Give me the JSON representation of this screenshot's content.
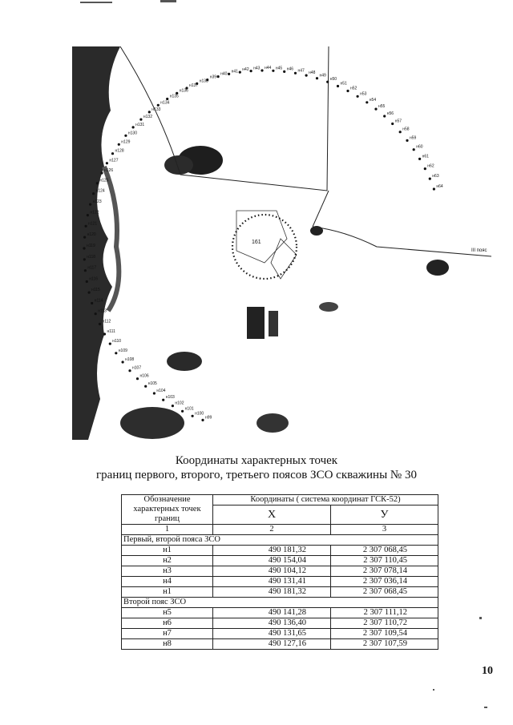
{
  "map": {
    "point_labels_outer": [
      "н99",
      "н100",
      "н101",
      "н102",
      "н103",
      "н104",
      "н105",
      "н106",
      "н107",
      "н108",
      "н109",
      "н110",
      "н111",
      "н112",
      "н113",
      "н114",
      "н115",
      "н116",
      "н117",
      "н118",
      "н119",
      "н120",
      "н121",
      "н122",
      "н123",
      "н124",
      "н125",
      "н126",
      "н127",
      "н128",
      "н129",
      "н130",
      "н131",
      "н132",
      "н133",
      "н134",
      "н135",
      "н136",
      "н137",
      "н138",
      "н39",
      "н40",
      "н41",
      "н42",
      "н43",
      "н44",
      "н45",
      "н46",
      "н47",
      "н48",
      "н49",
      "н50",
      "н51",
      "н52",
      "н53",
      "н54",
      "н55",
      "н56",
      "н57",
      "н58",
      "н59",
      "н60",
      "н61",
      "н62",
      "н63",
      "н64"
    ],
    "inner_label": "161",
    "belt_label": "III пояс"
  },
  "document": {
    "title_line1": "Координаты характерных точек",
    "title_line2": "границ первого, второго, третьего поясов ЗСО скважины № 30",
    "page_number": "10"
  },
  "table": {
    "header_col1": "Обозначение характерных точек границ",
    "header_coords": "Координаты ( система координат ГСК-52)",
    "header_x": "X",
    "header_y": "У",
    "num_1": "1",
    "num_2": "2",
    "num_3": "3",
    "section1": "Первый, второй пояса ЗСО",
    "rows1": [
      {
        "name": "н1",
        "x": "490 181,32",
        "y": "2 307 068,45"
      },
      {
        "name": "н2",
        "x": "490 154,04",
        "y": "2 307 110,45"
      },
      {
        "name": "н3",
        "x": "490 104,12",
        "y": "2 307 078,14"
      },
      {
        "name": "н4",
        "x": "490 131,41",
        "y": "2 307 036,14"
      },
      {
        "name": "н1",
        "x": "490 181,32",
        "y": "2 307 068,45"
      }
    ],
    "section2": "Второй пояс ЗСО",
    "rows2": [
      {
        "name": "н5",
        "x": "490 141,28",
        "y": "2 307 111,12"
      },
      {
        "name": "н6",
        "x": "490 136,40",
        "y": "2 307 110,72"
      },
      {
        "name": "н7",
        "x": "490 131,65",
        "y": "2 307 109,54"
      },
      {
        "name": "н8",
        "x": "490 127,16",
        "y": "2 307 107,59"
      }
    ]
  }
}
